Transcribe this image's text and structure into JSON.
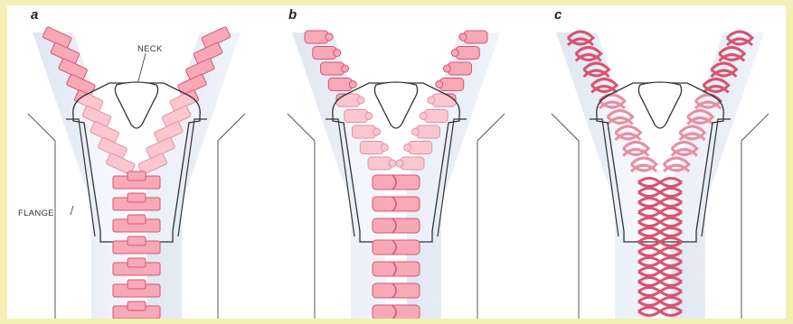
{
  "panels": [
    {
      "letter": "a",
      "style": "block teeth"
    },
    {
      "letter": "b",
      "style": "hook teeth"
    },
    {
      "letter": "c",
      "style": "coil teeth"
    }
  ],
  "labels": {
    "neck": "NECK",
    "flange": "FLANGE"
  },
  "colors": {
    "page_border": "#f3efb6",
    "tooth_fill": "#f7a9b8",
    "tooth_stroke": "#d9536f",
    "tape": "#e8eef6",
    "line": "#333333"
  }
}
